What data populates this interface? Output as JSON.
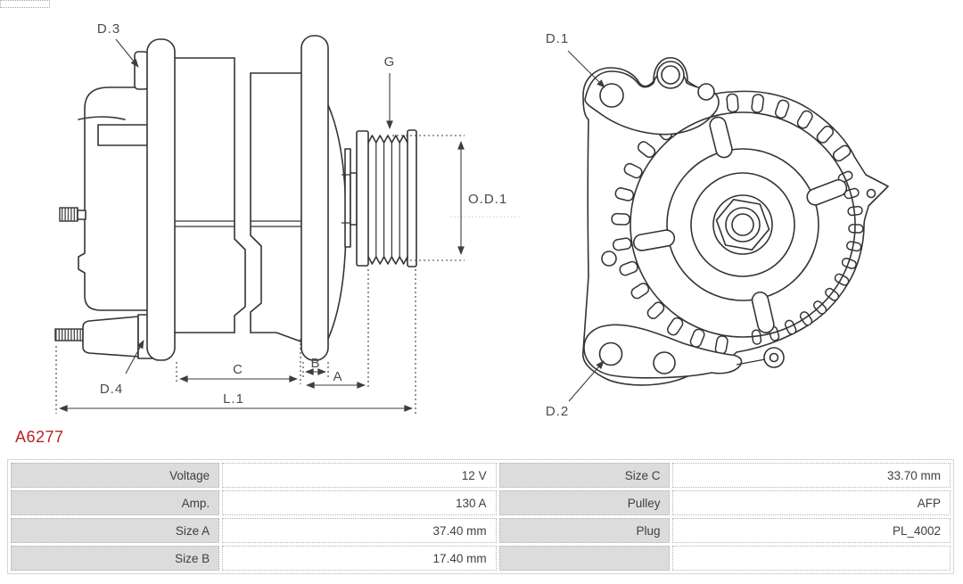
{
  "header": {
    "part_code": "A6277"
  },
  "diagrams": {
    "side_view": {
      "labels": {
        "d3": "D.3",
        "d4": "D.4",
        "g": "G",
        "od1": "O.D.1",
        "c": "C",
        "b": "B",
        "a": "A",
        "l1": "L.1"
      }
    },
    "front_view": {
      "labels": {
        "d1": "D.1",
        "d2": "D.2"
      }
    }
  },
  "specs": {
    "rows": [
      {
        "left_label": "Voltage",
        "left_value": "12 V",
        "right_label": "Size C",
        "right_value": "33.70 mm"
      },
      {
        "left_label": "Amp.",
        "left_value": "130 A",
        "right_label": "Pulley",
        "right_value": "AFP"
      },
      {
        "left_label": "Size A",
        "left_value": "37.40 mm",
        "right_label": "Plug",
        "right_value": "PL_4002"
      },
      {
        "left_label": "Size B",
        "left_value": "17.40 mm",
        "right_label": "",
        "right_value": ""
      }
    ]
  },
  "colors": {
    "accent_red": "#be2026",
    "line": "#343434",
    "label_cell_bg": "#dcdcdc",
    "cell_border": "#b3b3b3",
    "text": "#3f3f3f"
  }
}
